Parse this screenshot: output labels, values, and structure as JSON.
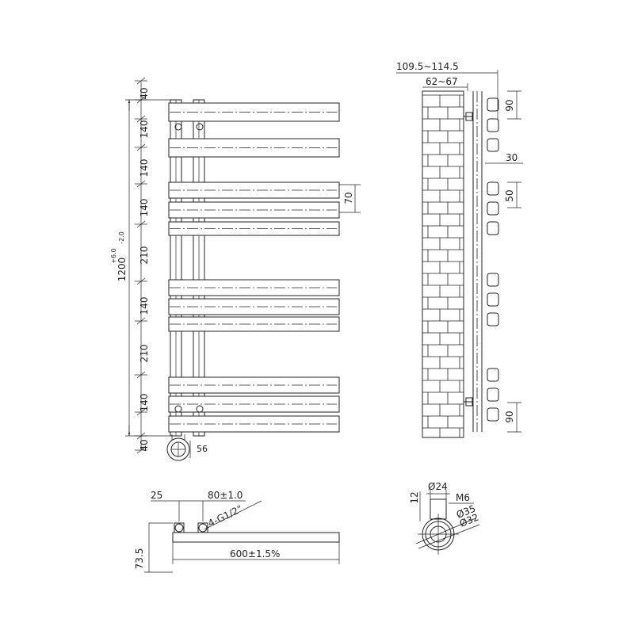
{
  "front_view": {
    "dims_left": [
      "40",
      "140",
      "140",
      "140",
      "210",
      "140",
      "210",
      "140",
      "40"
    ],
    "total_height": "1200",
    "total_tol_plus": "+6.0",
    "total_tol_minus": "-2.0",
    "bar_spacing": "70",
    "valve_width": "56"
  },
  "side_view": {
    "depth_total": "109.5~114.5",
    "depth_wall": "62~67",
    "bracket_top": "90",
    "bar_thickness": "30",
    "bar_pitch": "50",
    "bracket_bottom": "90"
  },
  "bottom_view": {
    "offset": "25",
    "pipe_centres": "80±1.0",
    "connections": "4-G1/2\"",
    "width": "600±1.5%",
    "depth": "73.5"
  },
  "detail_view": {
    "diameter_small": "Ø24",
    "thread": "M6",
    "height": "12",
    "diameter_outer": "Ø35",
    "diameter_inner": "Ø32"
  }
}
